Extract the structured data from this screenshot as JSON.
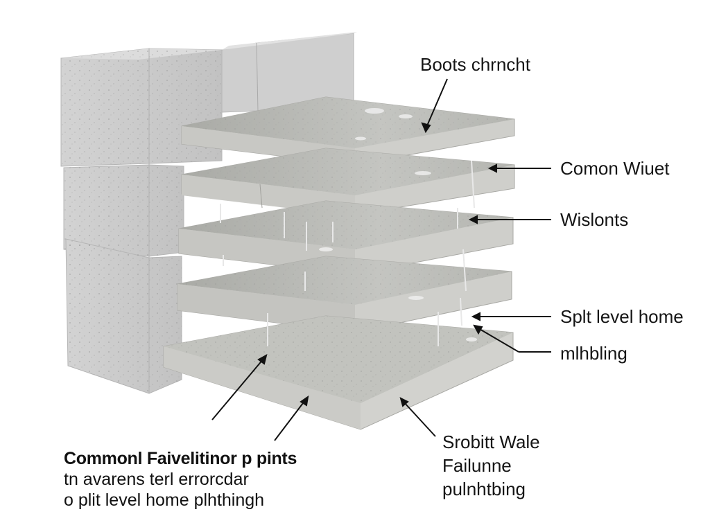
{
  "labels": {
    "top": "Boots chrncht",
    "right_1": "Comon Wiuet",
    "right_2": "Wislonts",
    "right_3": "Splt level home",
    "right_4": "mlhbling",
    "bottom_right_line1": "Srobitt Wale",
    "bottom_right_line2": "Failunne",
    "bottom_right_line3": "pulnhtbing"
  },
  "caption": {
    "title": "Commonl Faivelitinor p pints",
    "line1": "tn avarens terl errorcdar",
    "line2": "o plit level home plhthingh"
  },
  "colors": {
    "block": "#c9c9c9",
    "block_shadow": "#a8a8a8",
    "slab_top": "#b9bab5",
    "slab_edge": "#d0d0cc",
    "leader": "#111111"
  }
}
